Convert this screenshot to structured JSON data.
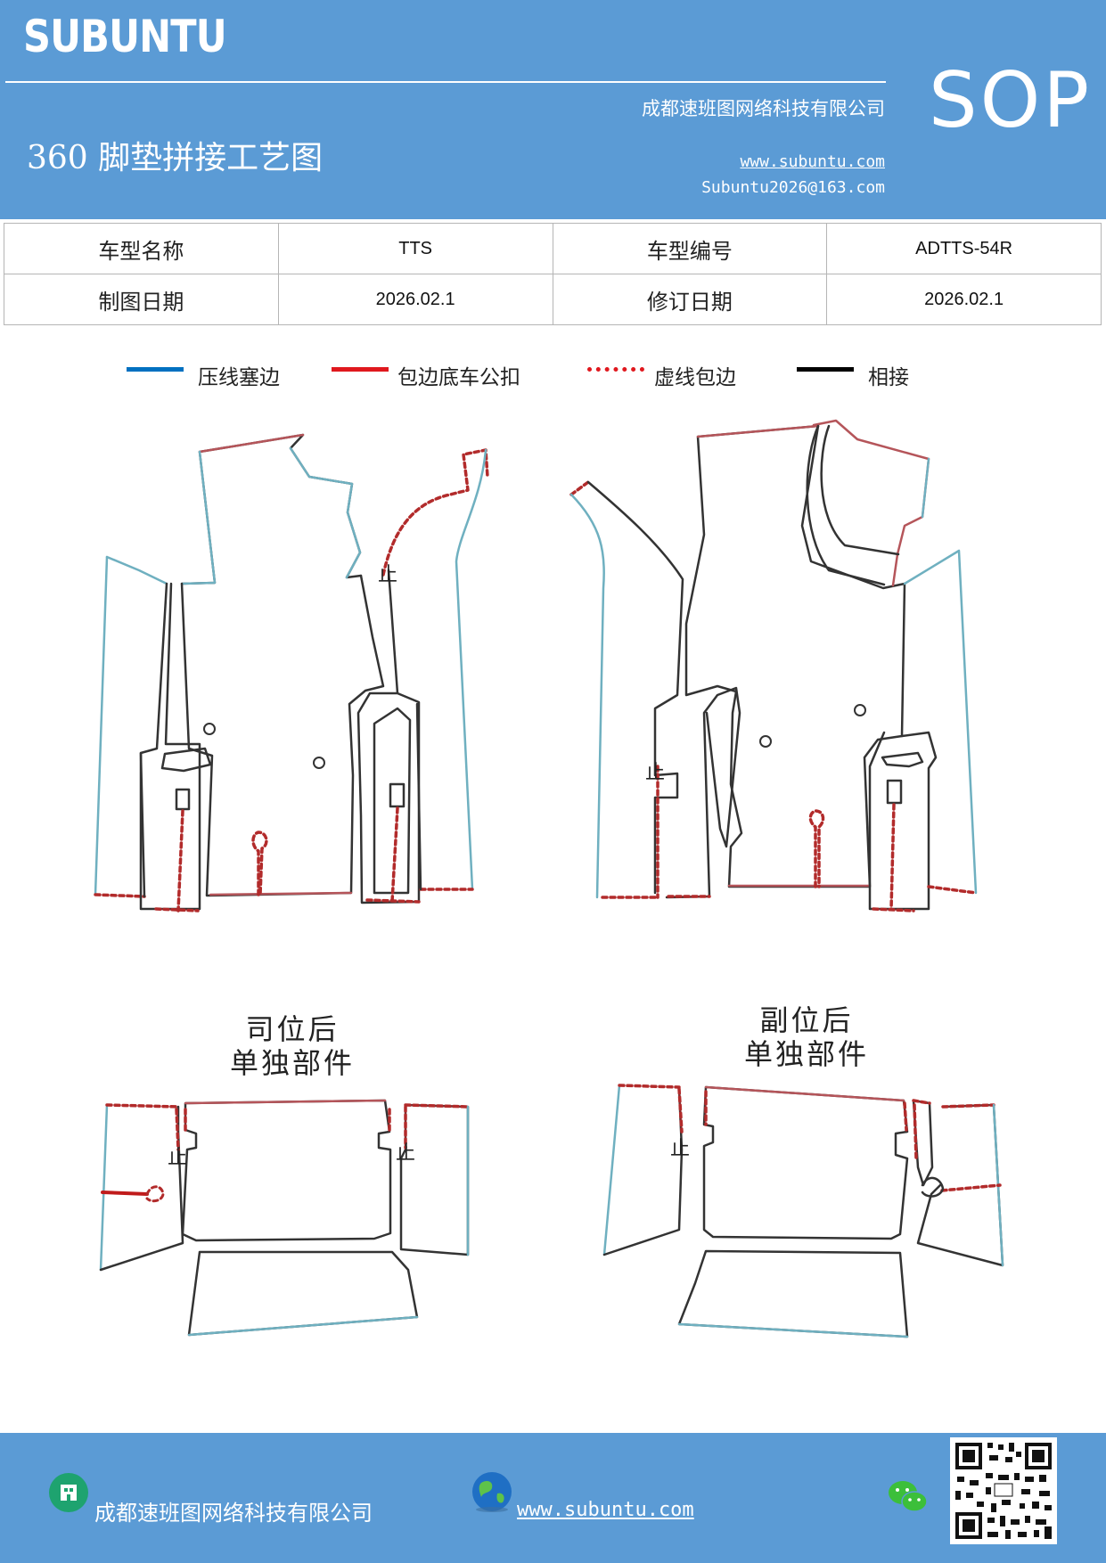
{
  "header": {
    "brand": "SUBUNTU",
    "company": "成都速班图网络科技有限公司",
    "title": "360 脚垫拼接工艺图",
    "website": "www.subuntu.com",
    "email": "Subuntu2026@163.com",
    "doc_type": "SOP"
  },
  "info_table": {
    "model_name_label": "车型名称",
    "model_name_value": "TTS",
    "model_code_label": "车型编号",
    "model_code_value": "ADTTS-54R",
    "draw_date_label": "制图日期",
    "draw_date_value": "2026.02.1",
    "revise_date_label": "修订日期",
    "revise_date_value": "2026.02.1"
  },
  "legend": [
    {
      "label": "压线塞边",
      "color": "#0070c0",
      "style": "solid"
    },
    {
      "label": "包边底车公扣",
      "color": "#e0181e",
      "style": "solid"
    },
    {
      "label": "虚线包边",
      "color": "#e0181e",
      "style": "dotted"
    },
    {
      "label": "相接",
      "color": "#000000",
      "style": "solid"
    }
  ],
  "diagram": {
    "stop_mark": "止",
    "driver_rear_caption": {
      "line1": "司位后",
      "line2": "单独部件"
    },
    "passenger_rear_caption": {
      "line1": "副位后",
      "line2": "单独部件"
    }
  },
  "footer": {
    "company": "成都速班图网络科技有限公司",
    "website": "www.subuntu.com",
    "company_icon": "building-icon",
    "website_icon": "globe-icon",
    "wechat_icon": "wechat-icon"
  }
}
